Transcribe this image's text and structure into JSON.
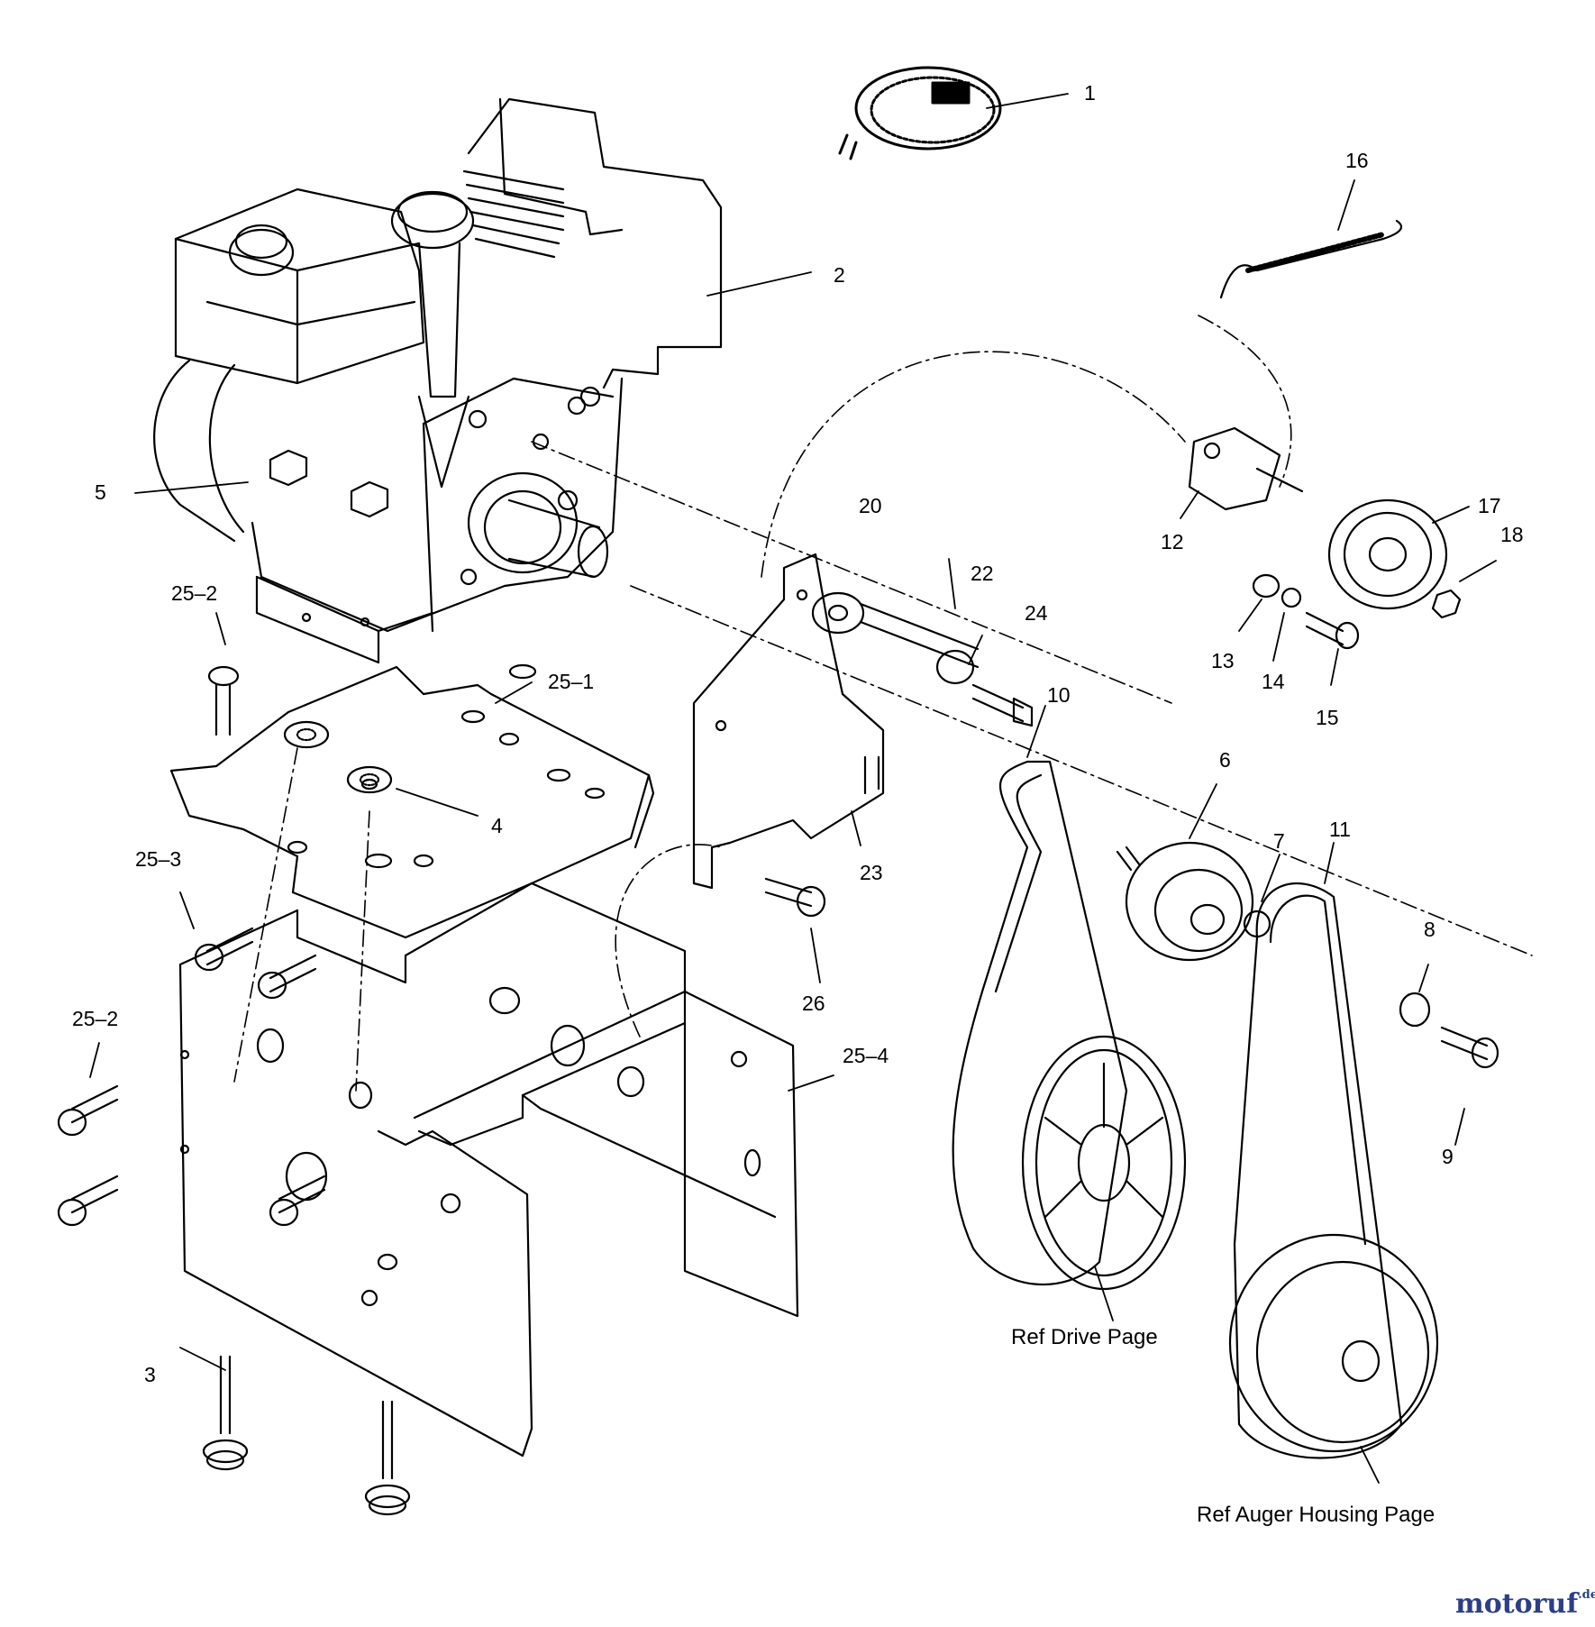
{
  "diagram": {
    "part_numbers": {
      "p1": "1",
      "p2": "2",
      "p3": "3",
      "p4": "4",
      "p5": "5",
      "p6": "6",
      "p7": "7",
      "p8": "8",
      "p9": "9",
      "p10": "10",
      "p11": "11",
      "p12": "12",
      "p13": "13",
      "p14": "14",
      "p15": "15",
      "p16": "16",
      "p17": "17",
      "p18": "18",
      "p20": "20",
      "p22": "22",
      "p23": "23",
      "p24": "24",
      "p26": "26",
      "p25_1": "25–1",
      "p25_2a": "25–2",
      "p25_2b": "25–2",
      "p25_3": "25–3",
      "p25_4": "25–4"
    },
    "references": {
      "drive": "Ref  Drive Page",
      "auger": "Ref  Auger Housing Page"
    },
    "watermark": {
      "main": "motoruf",
      "suffix": ".de",
      "color": "#2c3f86"
    }
  }
}
